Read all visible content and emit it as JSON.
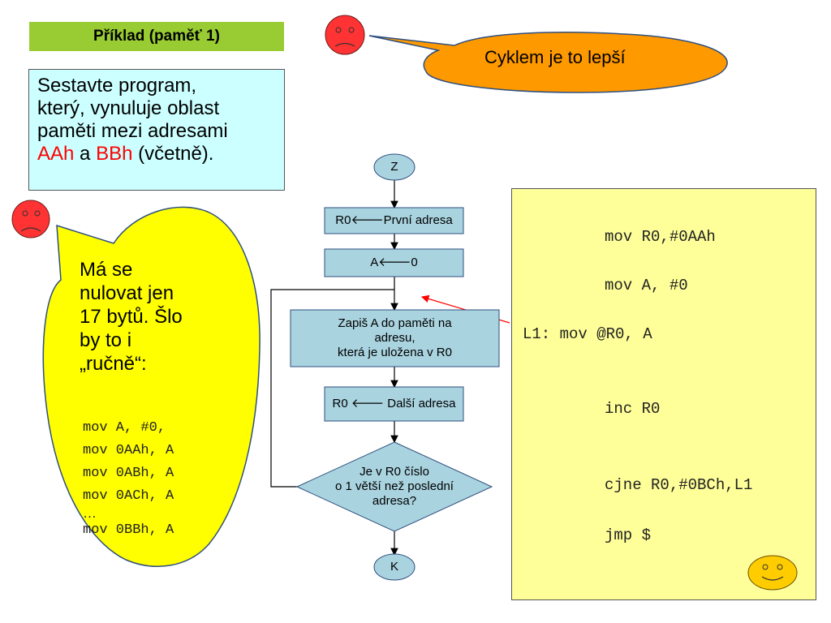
{
  "title": "Příklad (paměť 1)",
  "task": {
    "line1": "Sestavte program,",
    "line2": "který, vynuluje oblast",
    "line3": "paměti mezi adresami",
    "addr1": "AAh",
    "conj": " a ",
    "addr2": "BBh",
    "tail": " (včetně)."
  },
  "speech_bubble": {
    "text": "Cyklem je to lepší"
  },
  "thought_bubble": {
    "line1": "Má se",
    "line2": "nulovat jen",
    "line3": "17 bytů. Šlo",
    "line4": "by to i",
    "line5": "„ručně“:",
    "code": [
      "mov A, #0,",
      "mov 0AAh, A",
      "mov 0ABh, A",
      "mov 0ACh, A",
      "…",
      "mov 0BBh, A"
    ]
  },
  "flowchart": {
    "start": "Z",
    "step1": "R0🡐První adresa",
    "step2": "A🡐0",
    "step3_line1": "Zapiš A do paměti na",
    "step3_line2": "adresu,",
    "step3_line3": "která je uložena v R0",
    "step4": "R0 🡐 Další adresa",
    "decision_line1": "Je v R0 číslo",
    "decision_line2": "o 1 větší než poslední",
    "decision_line3": "adresa?",
    "end": "K"
  },
  "code": {
    "l1": "mov R0,#0AAh",
    "l2": "mov A, #0",
    "l3": "L1: mov @R0, A",
    "l4": "inc R0",
    "l5": "cjne R0,#0BCh,L1",
    "l6": "jmp $"
  },
  "colors": {
    "title_bg": "#99cc33",
    "task_bg": "#ccffff",
    "flow_box": "#a9d3df",
    "code_bg": "#ffff99",
    "bubble_yellow": "#ffff00",
    "bubble_orange": "#ff9900",
    "sad_face": "#ff3333",
    "happy_face": "#ffcc00"
  }
}
